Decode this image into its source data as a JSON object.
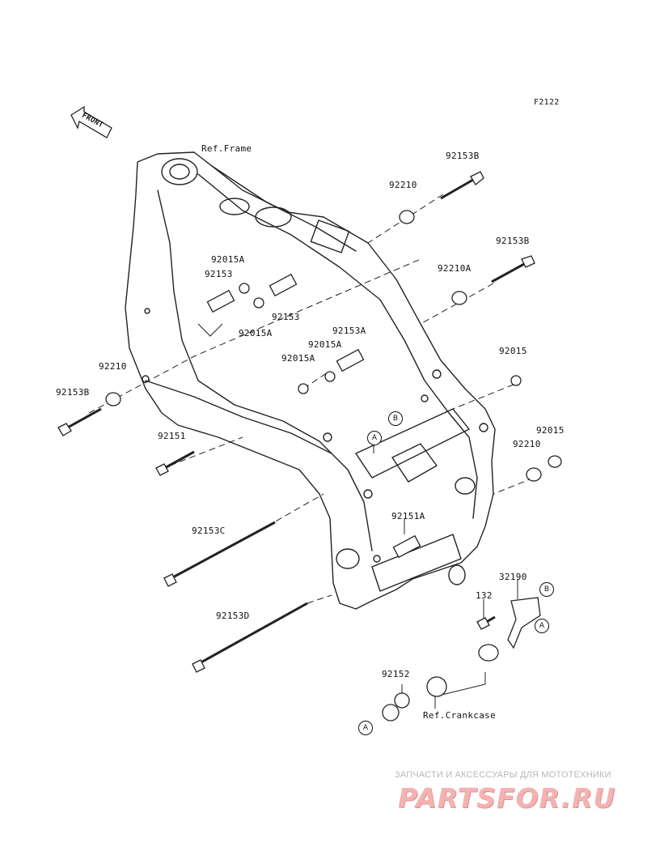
{
  "figure_code": "F2122",
  "front_label": "FRONT",
  "ref_labels": {
    "frame": "Ref.Frame",
    "crankcase": "Ref.Crankcase"
  },
  "parts": [
    {
      "number": "92153B"
    },
    {
      "number": "92210"
    },
    {
      "number": "92153B"
    },
    {
      "number": "92210A"
    },
    {
      "number": "92015A"
    },
    {
      "number": "92153"
    },
    {
      "number": "92153"
    },
    {
      "number": "92015A"
    },
    {
      "number": "92153A"
    },
    {
      "number": "92015A"
    },
    {
      "number": "92015A"
    },
    {
      "number": "92015"
    },
    {
      "number": "92210"
    },
    {
      "number": "92153B"
    },
    {
      "number": "92151"
    },
    {
      "number": "92015"
    },
    {
      "number": "92210"
    },
    {
      "number": "92151A"
    },
    {
      "number": "92153C"
    },
    {
      "number": "32190"
    },
    {
      "number": "132"
    },
    {
      "number": "92153D"
    },
    {
      "number": "92152"
    }
  ],
  "callouts": [
    "B",
    "A",
    "B",
    "A",
    "A"
  ],
  "watermark": {
    "subtitle": "ЗАПЧАСТИ И АКСЕССУАРЫ ДЛЯ МОТОТЕХНИКИ",
    "logo": "PARTSFOR.RU",
    "color": "#f4b3b3"
  }
}
